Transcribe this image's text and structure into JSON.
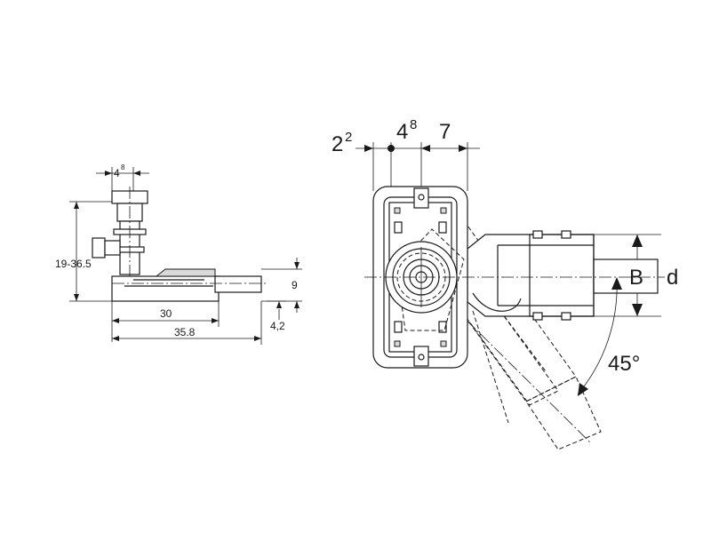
{
  "side_view": {
    "width_top": {
      "base": "4",
      "sup": "8"
    },
    "height_range": "19-36.5",
    "outlet_height": "9",
    "base_height": "4,2",
    "length_inner": "30",
    "length_outer": "35.8"
  },
  "plan_view": {
    "offset_left": {
      "base": "2",
      "sup": "2"
    },
    "width_top": {
      "base": "4",
      "sup": "8"
    },
    "depth": "7",
    "pipe_label_b": "B",
    "pipe_label_d": "d",
    "angle": "45°"
  }
}
